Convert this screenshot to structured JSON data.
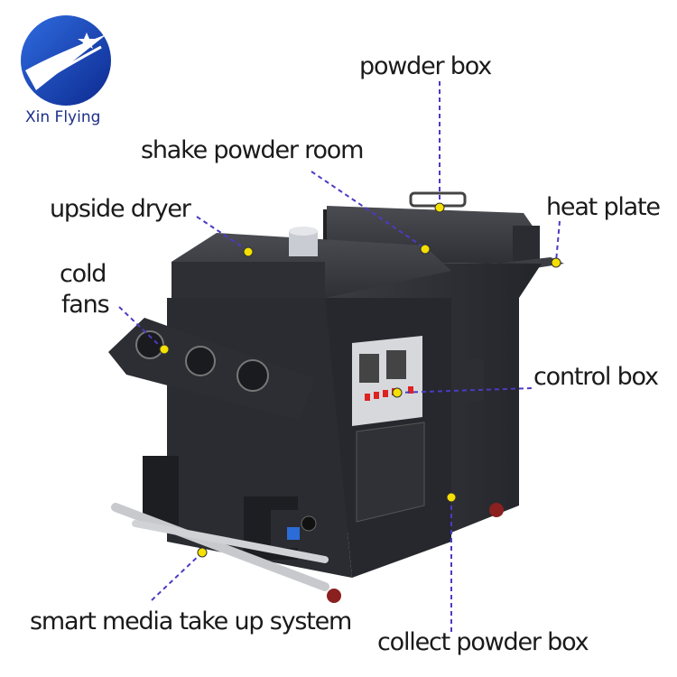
{
  "brand": {
    "name": "Xin Flying",
    "logo_icon": "star-wing-logo-icon",
    "color": "#1f3ea8"
  },
  "labels": {
    "powder_box": "powder box",
    "shake_powder_room": "shake powder room",
    "upside_dryer": "upside dryer",
    "heat_plate": "heat plate",
    "cold_fans_line1": "cold",
    "cold_fans_line2": "fans",
    "control_box": "control box",
    "smart_media": "smart media take up system",
    "collect_powder_box": "collect powder box"
  },
  "colors": {
    "leader_line": "#4a3bc4",
    "marker": "#f5e000",
    "machine": "#2b2d33"
  }
}
